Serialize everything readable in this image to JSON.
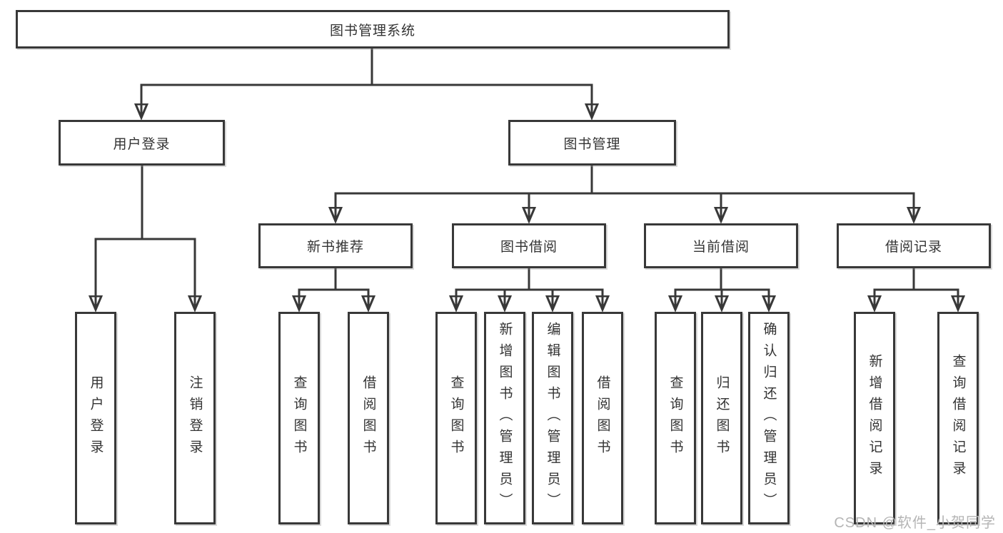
{
  "diagram_type": "hierarchy-tree",
  "colors": {
    "line": "#383838",
    "box_border": "#383838",
    "box_background": "#ffffff",
    "text": "#333333",
    "watermark": "#b5b5b5",
    "page_background": "#ffffff"
  },
  "tree": {
    "label": "图书管理系统",
    "children": [
      {
        "label": "用户登录",
        "children": [
          {
            "label": "用户登录"
          },
          {
            "label": "注销登录"
          }
        ]
      },
      {
        "label": "图书管理",
        "children": [
          {
            "label": "新书推荐",
            "children": [
              {
                "label": "查询图书"
              },
              {
                "label": "借阅图书"
              }
            ]
          },
          {
            "label": "图书借阅",
            "children": [
              {
                "label": "查询图书"
              },
              {
                "label": "新增图书（管理员）"
              },
              {
                "label": "编辑图书（管理员）"
              },
              {
                "label": "借阅图书"
              }
            ]
          },
          {
            "label": "当前借阅",
            "children": [
              {
                "label": "查询图书"
              },
              {
                "label": "归还图书"
              },
              {
                "label": "确认归还（管理员）"
              }
            ]
          },
          {
            "label": "借阅记录",
            "children": [
              {
                "label": "新增借阅记录"
              },
              {
                "label": "查询借阅记录"
              }
            ]
          }
        ]
      }
    ]
  },
  "watermark": {
    "text": "CSDN @软件_小贺同学"
  }
}
